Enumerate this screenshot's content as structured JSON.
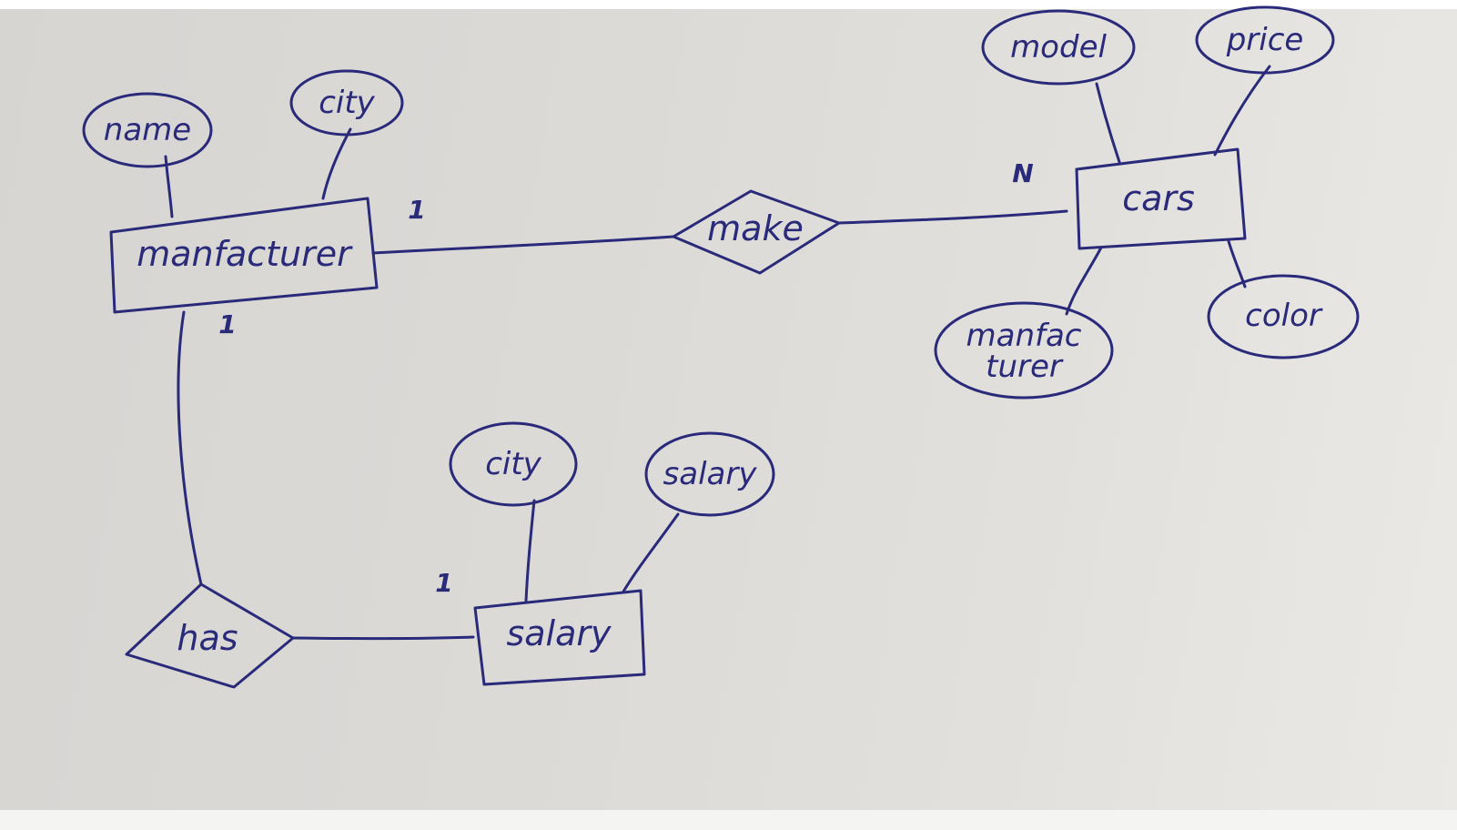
{
  "entities": {
    "manufacturer": "manfacturer",
    "cars": "cars",
    "salary": "salary"
  },
  "relationships": {
    "make": "make",
    "has": "has"
  },
  "attributes": {
    "manufacturer_name": "name",
    "manufacturer_city": "city",
    "cars_model": "model",
    "cars_price": "price",
    "cars_manufacturer_line1": "manfac",
    "cars_manufacturer_line2": "turer",
    "cars_color": "color",
    "salary_city": "city",
    "salary_salary": "salary"
  },
  "cardinalities": {
    "manufacturer_make": "1",
    "cars_make": "N",
    "manufacturer_has": "1",
    "salary_has": "1"
  },
  "colors": {
    "ink": "#2a2a7a"
  }
}
